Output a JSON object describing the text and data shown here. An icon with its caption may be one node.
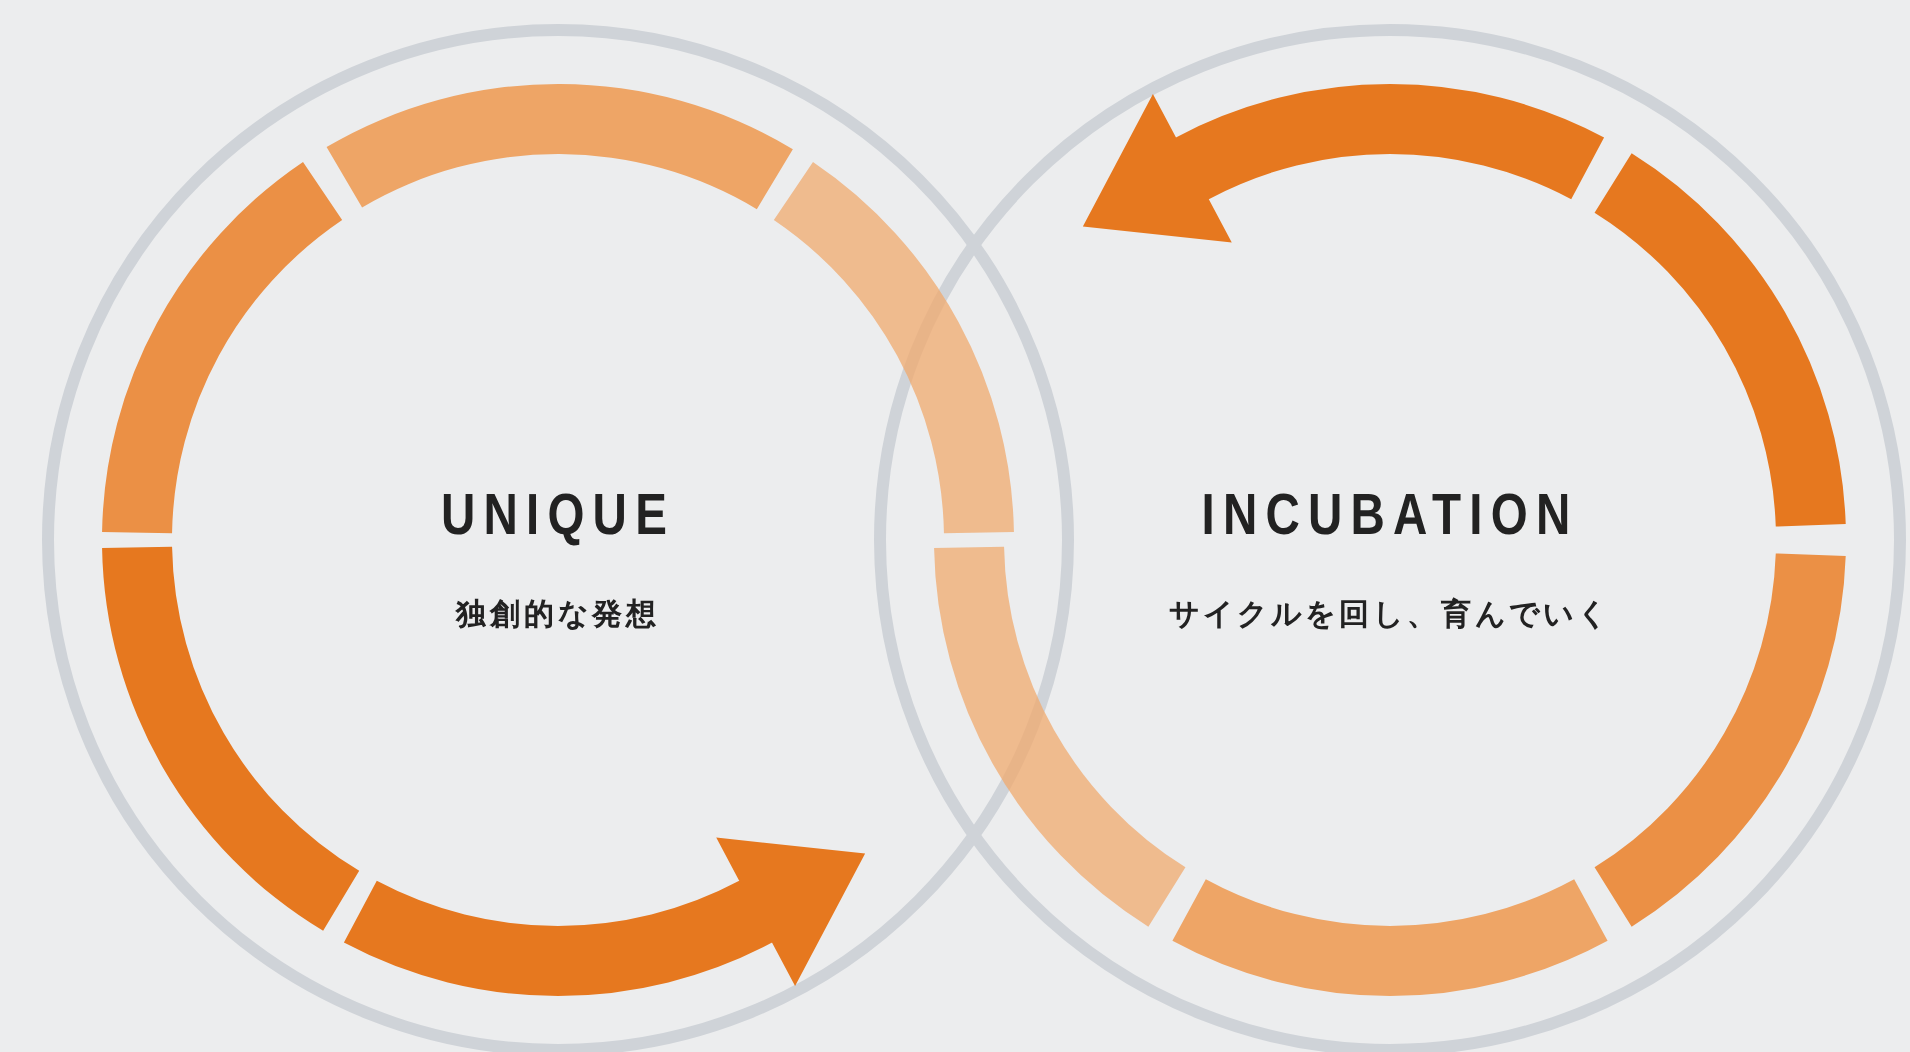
{
  "diagram": {
    "nodes": [
      {
        "text": [
          "UNIQUE",
          "独創的な発想"
        ]
      },
      {
        "text": [
          "INCUBATION",
          "サイクルを回し、育んでいく"
        ]
      }
    ]
  }
}
